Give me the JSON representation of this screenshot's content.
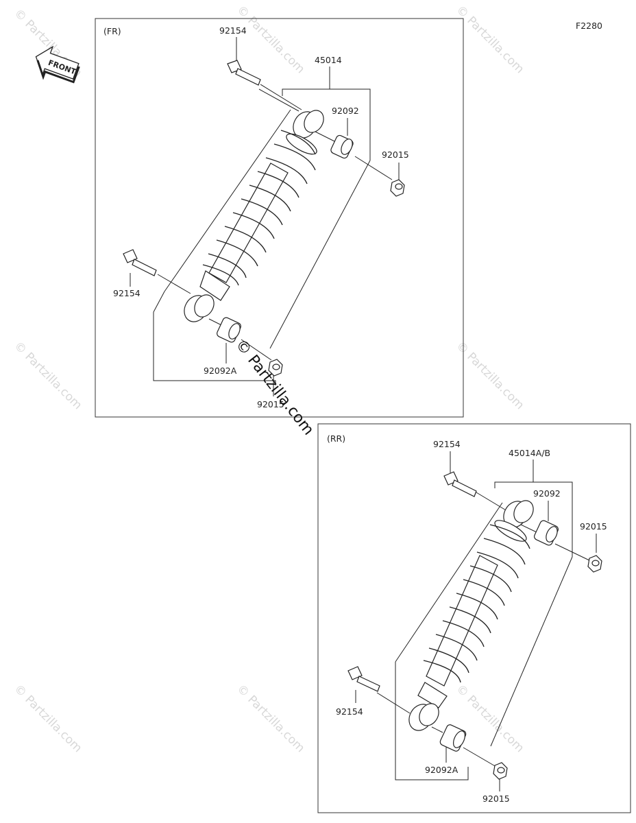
{
  "diagram": {
    "figure_code": "F2280",
    "front_arrow_label": "FRONT",
    "watermark_text": "© Partzilla.com",
    "front_panel": {
      "title": "(FR)",
      "labels": {
        "bolt_top": "92154",
        "assembly": "45014",
        "bushing_top": "92092",
        "nut_top": "92015",
        "bolt_bottom": "92154",
        "bushing_bottom": "92092A",
        "nut_bottom": "92015"
      }
    },
    "rear_panel": {
      "title": "(RR)",
      "labels": {
        "bolt_top": "92154",
        "assembly": "45014A/B",
        "bushing_top": "92092",
        "nut_top": "92015",
        "bolt_bottom": "92154",
        "bushing_bottom": "92092A",
        "nut_bottom": "92015"
      }
    }
  }
}
